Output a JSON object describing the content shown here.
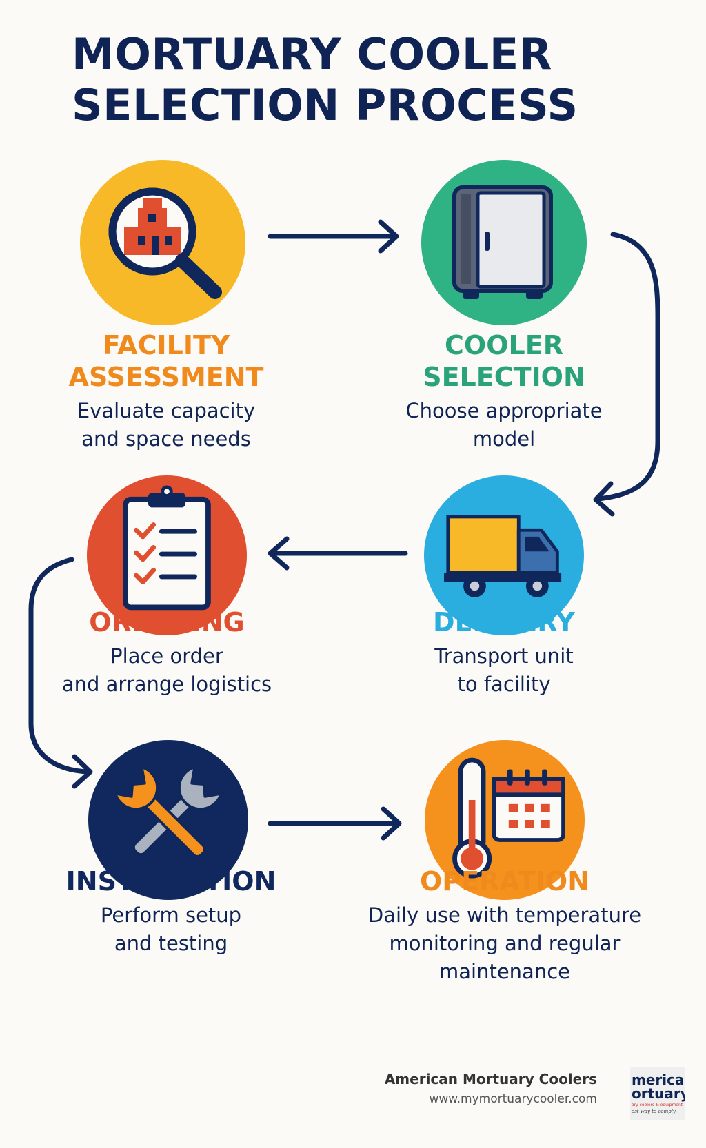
{
  "title": {
    "line1": "MORTUARY COOLER",
    "line2": "SELECTION PROCESS"
  },
  "steps": [
    {
      "title_lines": [
        "FACILITY",
        "ASSESSMENT"
      ],
      "desc_lines": [
        "Evaluate capacity",
        "and space needs"
      ],
      "circle_color": "#f7b928",
      "title_color": "#f08a1c",
      "icon": "magnifying-glass-building-icon"
    },
    {
      "title_lines": [
        "COOLER",
        "SELECTION"
      ],
      "desc_lines": [
        "Choose appropriate",
        "model"
      ],
      "circle_color": "#2fb384",
      "title_color": "#2aa37a",
      "icon": "cooler-cabinet-icon"
    },
    {
      "title_lines": [
        "ORDERING"
      ],
      "desc_lines": [
        "Place order",
        "and arrange logistics"
      ],
      "circle_color": "#e04f2f",
      "title_color": "#e04f2f",
      "icon": "clipboard-checklist-icon"
    },
    {
      "title_lines": [
        "DELIVERY"
      ],
      "desc_lines": [
        "Transport unit",
        "to facility"
      ],
      "circle_color": "#2aaee0",
      "title_color": "#2aaee0",
      "icon": "delivery-truck-icon"
    },
    {
      "title_lines": [
        "INSTALLATION"
      ],
      "desc_lines": [
        "Perform setup",
        "and testing"
      ],
      "circle_color": "#11285e",
      "title_color": "#11285e",
      "icon": "wrench-tools-icon"
    },
    {
      "title_lines": [
        "OPERATION"
      ],
      "desc_lines": [
        "Daily use with temperature",
        "monitoring and regular",
        "maintenance"
      ],
      "circle_color": "#f5921e",
      "title_color": "#f08a1c",
      "icon": "thermometer-calendar-icon"
    }
  ],
  "footer": {
    "brand": "American Mortuary Coolers",
    "url": "www.mymortuarycooler.com",
    "logo_text": {
      "line1": "merican",
      "line2": "ortuary",
      "line3": "ary coolers & equipment",
      "line4": "ost way to comply"
    }
  },
  "colors": {
    "navy": "#0f2454",
    "background": "#fbfaf6"
  }
}
